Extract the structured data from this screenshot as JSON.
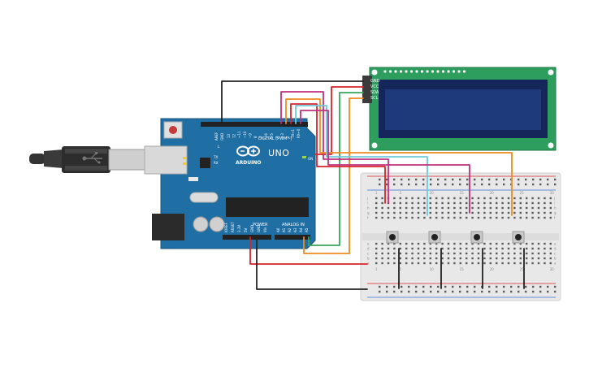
{
  "arduino": {
    "brand": "ARDUINO",
    "model": "UNO",
    "digital_label": "DIGITAL (PWM~)",
    "power_label": "POWER",
    "analog_label": "ANALOG IN",
    "on_label": "ON",
    "tx_label": "TX",
    "rx_label": "RX",
    "l_label": "L",
    "aref_label": "AREF",
    "gnd_label": "GND",
    "digital_pins": [
      "13",
      "12",
      "~11",
      "~10",
      "~9",
      "8",
      "7",
      "~6",
      "~5",
      "4",
      "~3",
      "2",
      "TX→1",
      "RX←0"
    ],
    "power_pins": [
      "IOREF",
      "RESET",
      "3.3V",
      "5V",
      "GND",
      "GND",
      "Vin"
    ],
    "analog_pins": [
      "A0",
      "A1",
      "A2",
      "A3",
      "A4",
      "A5"
    ]
  },
  "lcd": {
    "pins": [
      "GND",
      "VCC",
      "SDA",
      "SCL"
    ]
  },
  "breadboard": {
    "row_letters": [
      "a",
      "b",
      "c",
      "d",
      "e",
      "f",
      "g",
      "h",
      "i",
      "j"
    ],
    "column_numbers": [
      "1",
      "5",
      "10",
      "15",
      "20",
      "25",
      "30"
    ]
  },
  "colors": {
    "arduino_board": "#1f6fa5",
    "lcd_pcb": "#2e9e5e",
    "lcd_screen": "#1f3a7a",
    "breadboard": "#e8e8e8",
    "wire_black": "#222222",
    "wire_red": "#d8232a",
    "wire_magenta": "#c0307e",
    "wire_orange": "#f08a1c",
    "wire_green": "#33a85a",
    "wire_cyan": "#6fc9d9"
  }
}
